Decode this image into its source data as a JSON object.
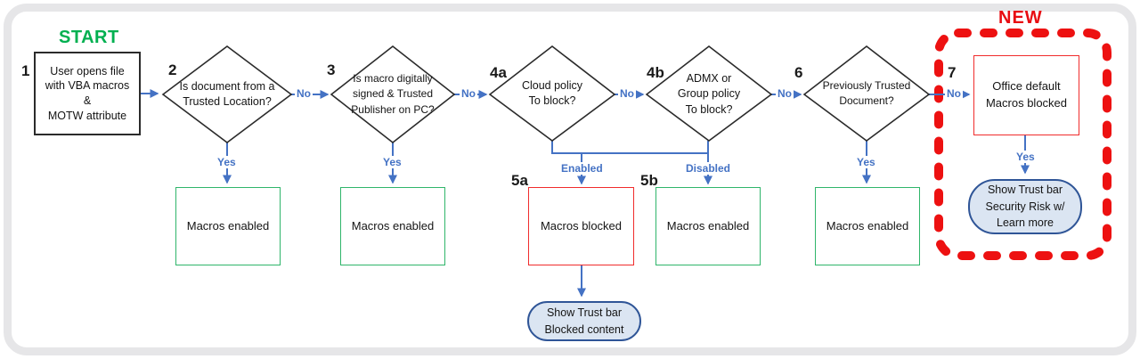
{
  "labels": {
    "start": "START",
    "new": "NEW",
    "yes": "Yes",
    "no": "No",
    "enabled": "Enabled",
    "disabled": "Disabled"
  },
  "nodes": {
    "start_box": {
      "number": "1",
      "text": "User opens file\nwith VBA macros\n&\nMOTW attribute"
    },
    "trusted_location": {
      "number": "2",
      "text": "Is document from a\nTrusted Location?"
    },
    "digitally_signed": {
      "number": "3",
      "text": "Is macro digitally\nsigned & Trusted\nPublisher on PC?"
    },
    "cloud_policy": {
      "number": "4a",
      "text": "Cloud policy\nTo block?"
    },
    "group_policy": {
      "number": "4b",
      "text": "ADMX or\nGroup policy\nTo block?"
    },
    "macros_blocked_5a": {
      "number": "5a",
      "text": "Macros blocked"
    },
    "macros_enabled_5b": {
      "number": "5b",
      "text": "Macros enabled"
    },
    "previously_trusted": {
      "number": "6",
      "text": "Previously Trusted\nDocument?"
    },
    "office_default": {
      "number": "7",
      "text": "Office default\nMacros blocked"
    },
    "macros_enabled_after_2": {
      "text": "Macros enabled"
    },
    "macros_enabled_after_3": {
      "text": "Macros enabled"
    },
    "macros_enabled_after_6": {
      "text": "Macros enabled"
    },
    "trust_bar_blocked": {
      "text": "Show Trust bar\nBlocked content"
    },
    "trust_bar_security_risk": {
      "text": "Show Trust bar\nSecurity Risk w/\nLearn more"
    }
  },
  "colors": {
    "connector_blue": "#4472C4",
    "shape_black": "#2B2B2B",
    "enabled_green": "#2FB56A",
    "blocked_red": "#F02C2C",
    "highlight_red": "#ED1111",
    "start_green": "#00B050",
    "stadium_fill": "#DBE5F2",
    "stadium_border": "#2F5597"
  }
}
